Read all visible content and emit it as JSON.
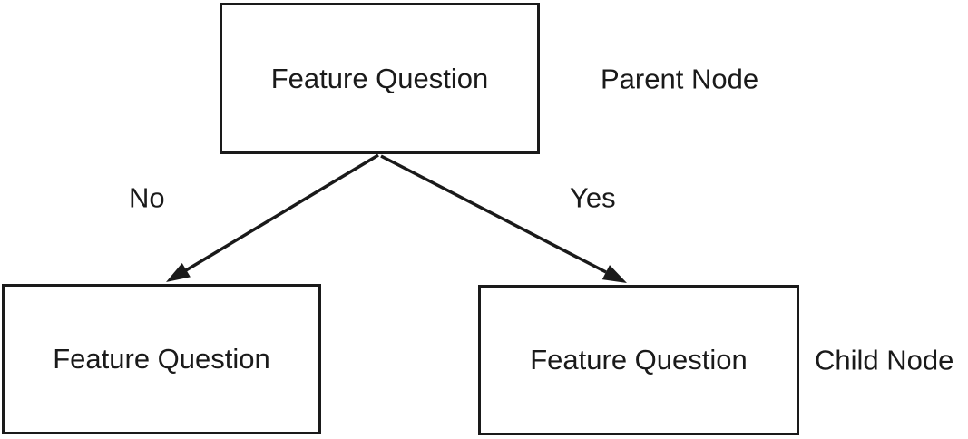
{
  "diagram": {
    "type": "decision-tree",
    "parent": {
      "label": "Feature Question",
      "annotation": "Parent Node"
    },
    "edges": {
      "no": "No",
      "yes": "Yes"
    },
    "children": {
      "left": {
        "label": "Feature Question"
      },
      "right": {
        "label": "Feature Question"
      },
      "annotation": "Child Node"
    },
    "colors": {
      "line": "#1a1a1a",
      "text": "#1a1a1a",
      "background": "#ffffff"
    }
  }
}
